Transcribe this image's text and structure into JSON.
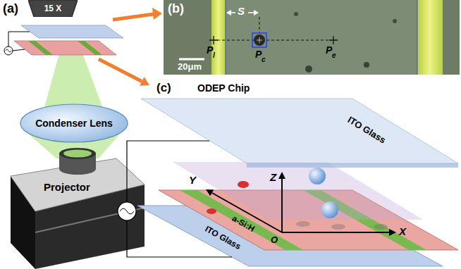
{
  "diagram": {
    "nodes": [
      {
        "text": [
          "15 X"
        ]
      },
      {
        "text": [
          "Condenser Lens"
        ]
      }
    ],
    "labels": [
      "(a)",
      "(b)",
      "S",
      "20μm",
      "P",
      "l",
      "P",
      "c",
      "P",
      "e",
      "Projector",
      "(c)",
      "ODEP Chip",
      "ITO Glass",
      "ITO Glass",
      "a-Si:H",
      "Y",
      "Z",
      "O",
      "X"
    ]
  }
}
